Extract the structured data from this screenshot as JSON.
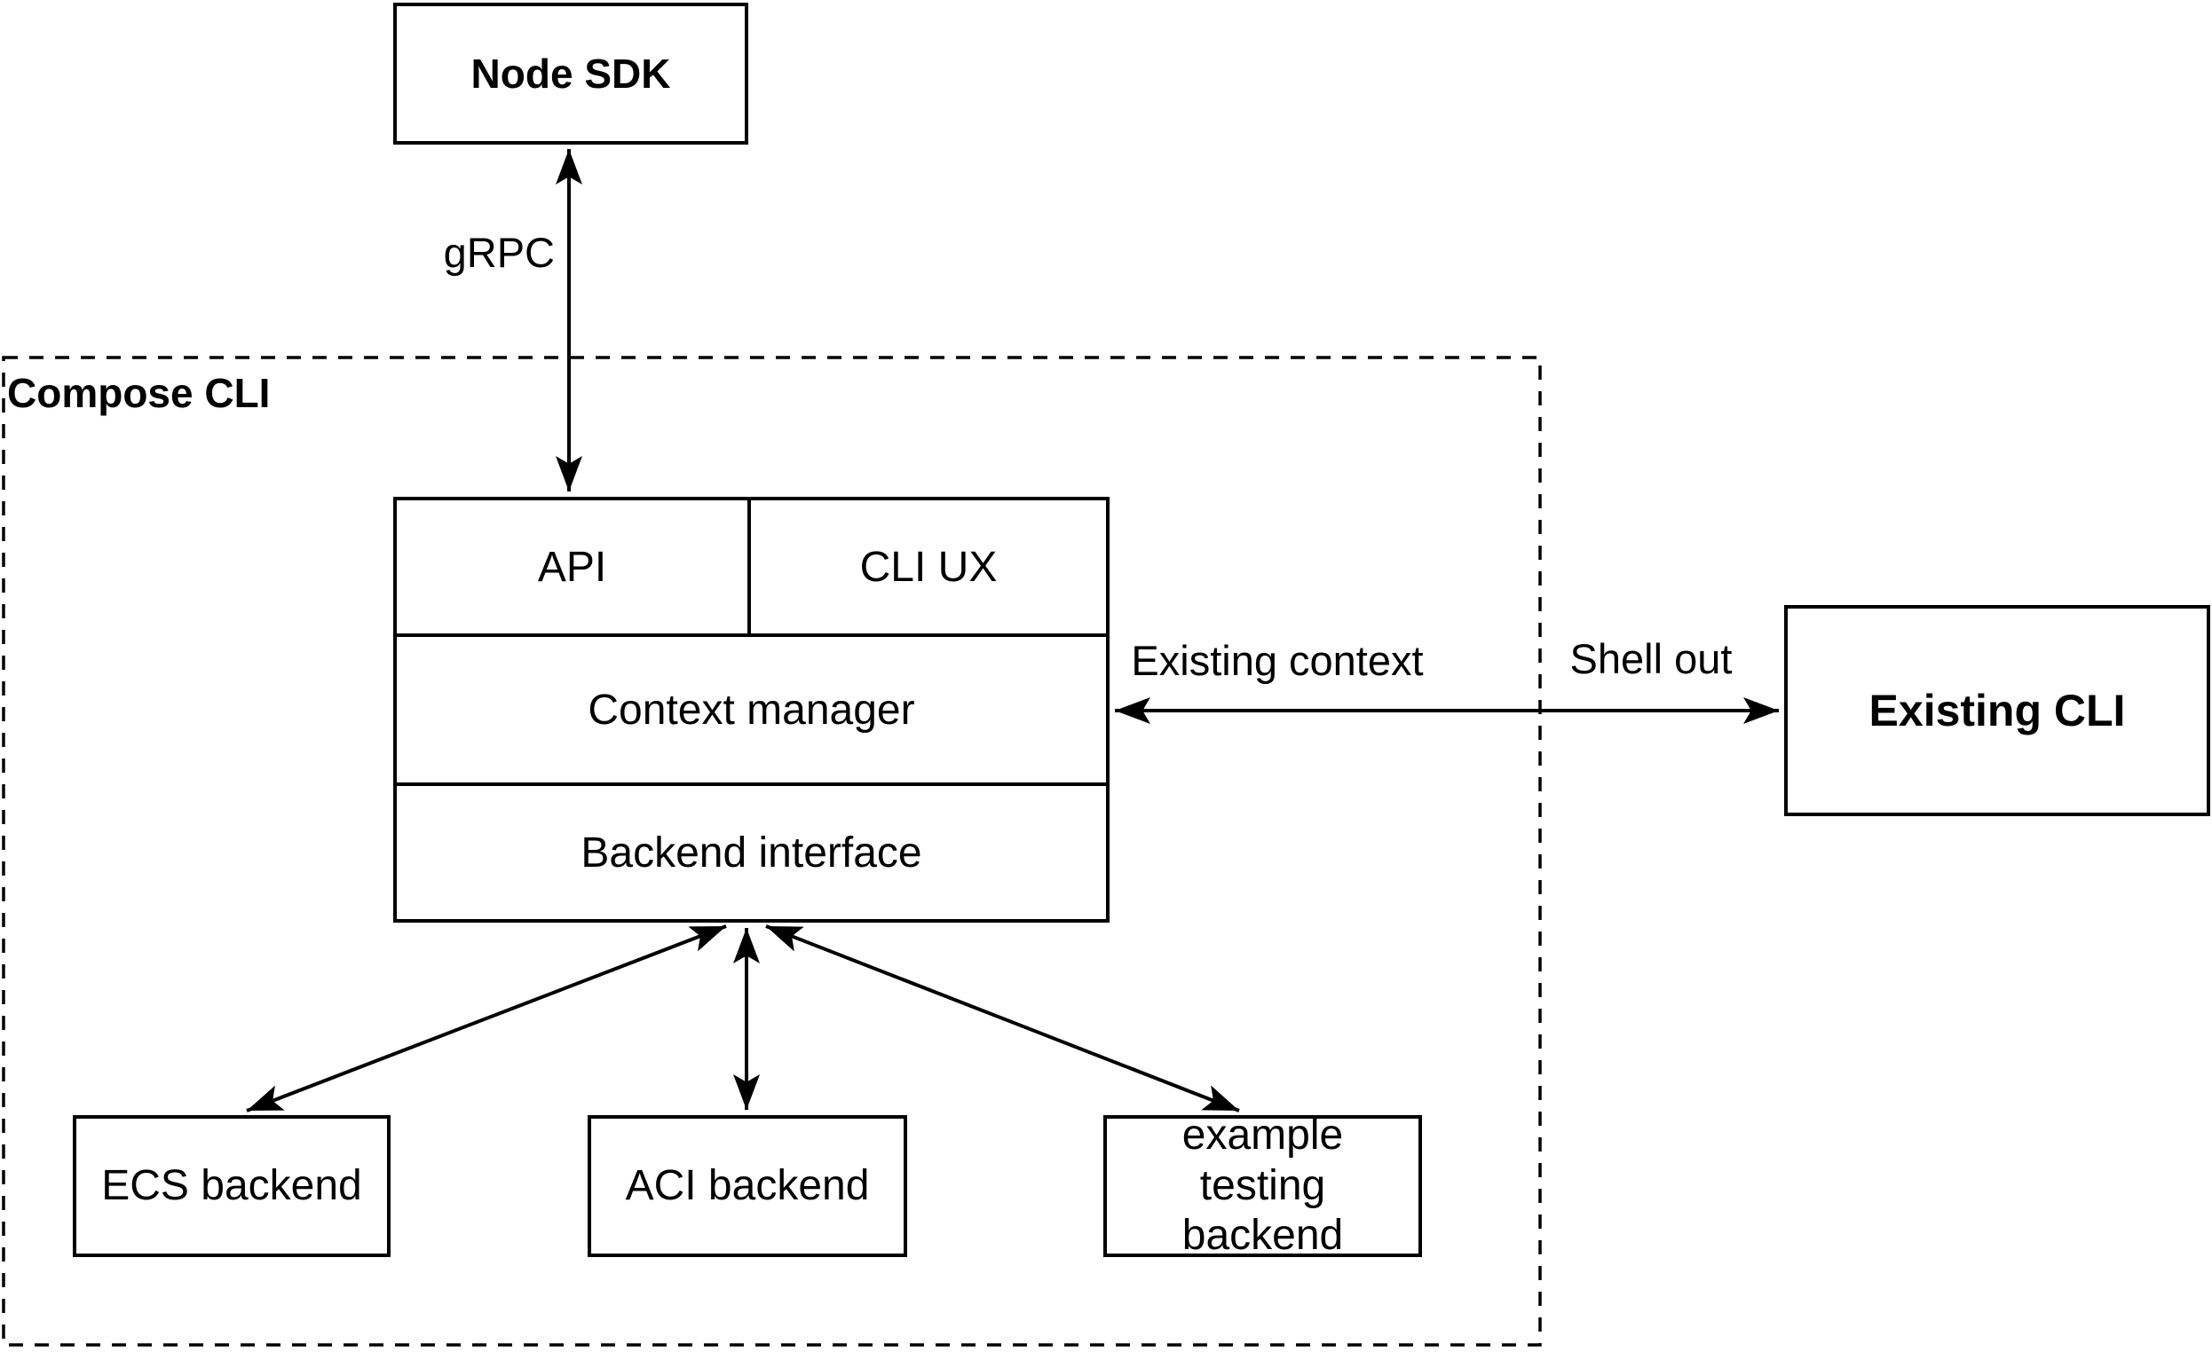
{
  "canvas": {
    "background": "#ffffff",
    "stroke_color": "#000000",
    "fill_color": "#ffffff"
  },
  "container": {
    "label": "Compose CLI",
    "border_style": "dashed"
  },
  "nodes": {
    "node_sdk": {
      "label": "Node SDK"
    },
    "api": {
      "label": "API"
    },
    "cli_ux": {
      "label": "CLI UX"
    },
    "context_manager": {
      "label": "Context manager"
    },
    "backend_interface": {
      "label": "Backend interface"
    },
    "existing_cli": {
      "label": "Existing CLI"
    },
    "ecs_backend": {
      "label": "ECS backend"
    },
    "aci_backend": {
      "label": "ACI backend"
    },
    "example_testing_backend": {
      "label": "example testing backend"
    }
  },
  "edges": {
    "grpc": {
      "label": "gRPC",
      "from": "Node SDK",
      "to": "API / Compose CLI stack",
      "direction": "both"
    },
    "existing_context": {
      "label": "Existing context",
      "from": "Context manager",
      "to": "Existing CLI",
      "direction": "both"
    },
    "shell_out": {
      "label": "Shell out",
      "from": "Context manager",
      "to": "Existing CLI",
      "direction": "both"
    },
    "to_ecs": {
      "label": "",
      "from": "Backend interface",
      "to": "ECS backend",
      "direction": "both"
    },
    "to_aci": {
      "label": "",
      "from": "Backend interface",
      "to": "ACI backend",
      "direction": "both"
    },
    "to_example": {
      "label": "",
      "from": "Backend interface",
      "to": "example testing backend",
      "direction": "both"
    }
  }
}
